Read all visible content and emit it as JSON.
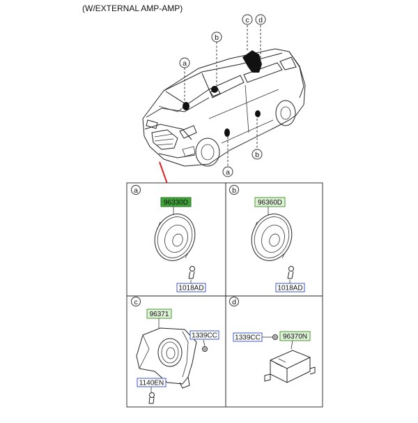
{
  "header": {
    "title": "(W/EXTERNAL AMP-AMP)"
  },
  "vehicle_callouts": [
    "c",
    "d",
    "b",
    "a",
    "b",
    "a"
  ],
  "panels": [
    {
      "letter": "a",
      "parts": [
        {
          "code": "96330D",
          "style": "green-highlight"
        },
        {
          "code": "1018AD",
          "style": "blue"
        }
      ]
    },
    {
      "letter": "b",
      "parts": [
        {
          "code": "96360D",
          "style": "green"
        },
        {
          "code": "1018AD",
          "style": "blue"
        }
      ]
    },
    {
      "letter": "c",
      "parts": [
        {
          "code": "96371",
          "style": "green"
        },
        {
          "code": "1339CC",
          "style": "blue"
        },
        {
          "code": "1140EN",
          "style": "blue"
        }
      ]
    },
    {
      "letter": "d",
      "parts": [
        {
          "code": "1339CC",
          "style": "blue"
        },
        {
          "code": "96370N",
          "style": "green"
        }
      ]
    }
  ],
  "colors": {
    "highlight": "#3fa33a",
    "green_border": "#4a9a34",
    "blue_border": "#3b55c9",
    "arrow": "#e02020"
  }
}
